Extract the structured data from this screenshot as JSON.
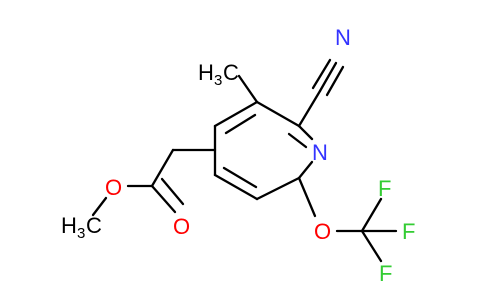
{
  "colors": {
    "carbon": "#000000",
    "nitrogen": "#3333ff",
    "oxygen": "#ff0000",
    "fluorine": "#33cc33"
  },
  "labels": {
    "methyl_h": "H",
    "methyl_sub": "3",
    "methyl_c": "C",
    "nitrile_n": "N",
    "ring_n": "N",
    "ether_o": "O",
    "ester_o_single": "O",
    "ester_o_double": "O",
    "methoxy_h": "H",
    "methoxy_sub": "3",
    "methoxy_c": "C",
    "f_top": "F",
    "f_right": "F",
    "f_bottom": "F"
  }
}
